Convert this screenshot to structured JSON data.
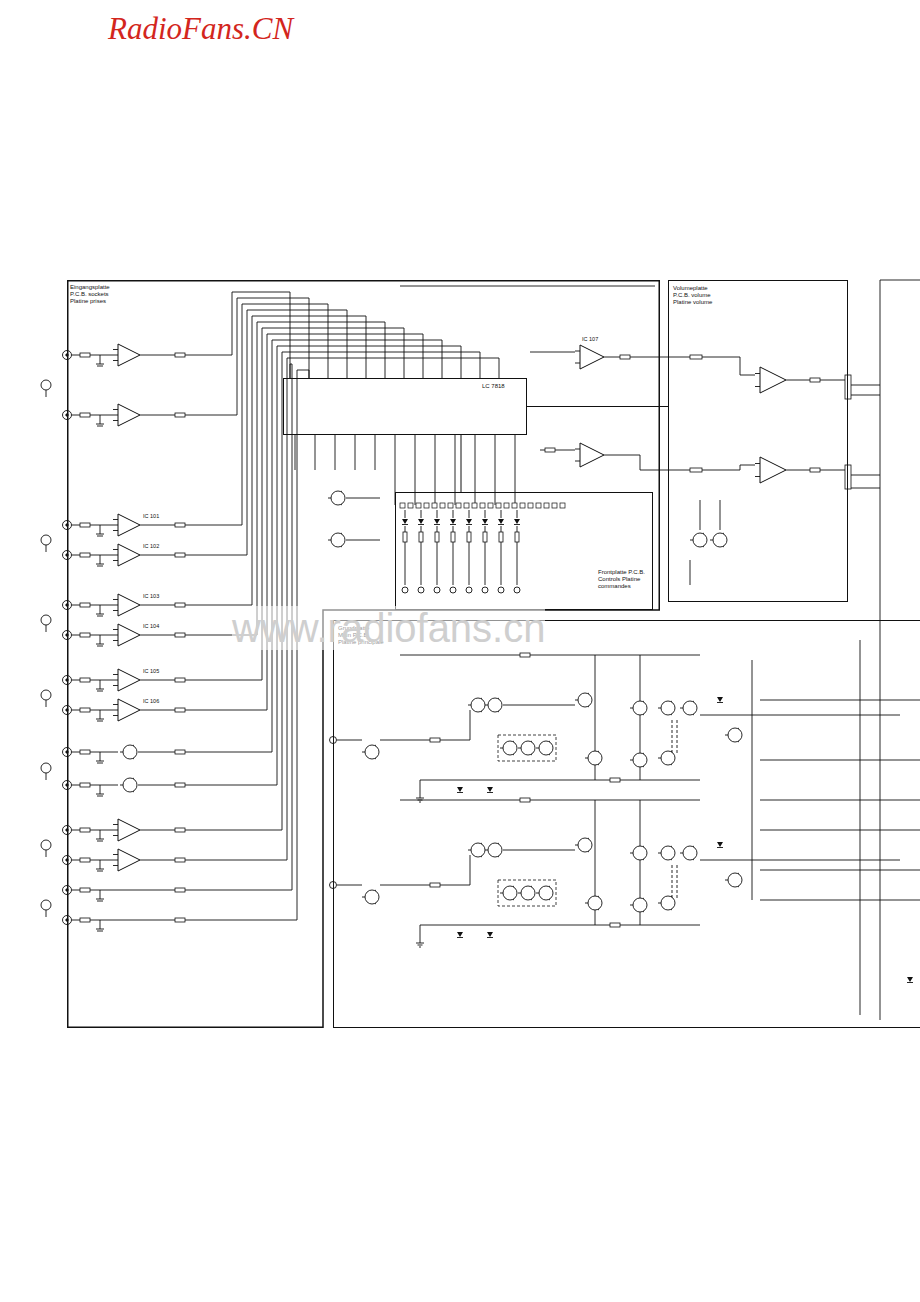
{
  "diagram": {
    "nodes": [
      {
        "text": [
          "Eingangsplatte P.C.B. sockets Platine prises"
        ]
      },
      {
        "text": [
          "LC 7818"
        ],
        "in": 0
      },
      {
        "text": [
          "Frontplatte P.C.B. Controls Platine commandes"
        ],
        "in": 0
      },
      {
        "text": [
          "Volumeplatte P.C.B. volume Platine volume"
        ]
      },
      {
        "text": [
          "Grundplatte Main P.C.B. Platine principale"
        ]
      }
    ],
    "edges": [
      {
        "from": 1,
        "to": 3,
        "arrow": "none"
      },
      {
        "from": 2,
        "to": 1,
        "arrow": "none"
      }
    ],
    "labels": [
      "RadioFans.CN",
      "www.radiofans.cn",
      "IC 101",
      "IC 102",
      "IC 103",
      "IC 104",
      "IC 105",
      "IC 106",
      "IC 107"
    ]
  }
}
